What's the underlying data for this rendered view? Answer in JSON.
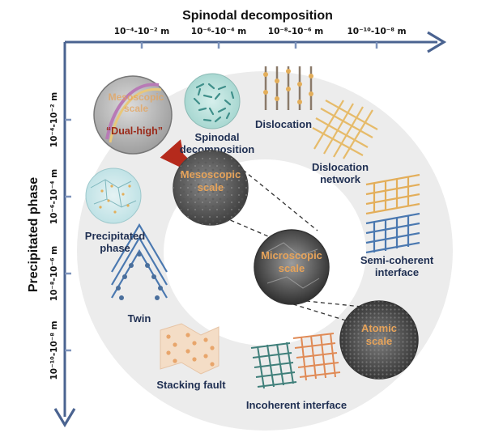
{
  "axes": {
    "top_title": "Spinodal decomposition",
    "left_title": "Precipitated phase",
    "top_ticks": [
      "10⁻⁴-10⁻² m",
      "10⁻⁶-10⁻⁴ m",
      "10⁻⁸-10⁻⁶ m",
      "10⁻¹⁰-10⁻⁸ m"
    ],
    "left_ticks": [
      "10⁻⁴-10⁻² m",
      "10⁻⁶-10⁻⁴ m",
      "10⁻⁸-10⁻⁶ m",
      "10⁻¹⁰-10⁻⁸ m"
    ]
  },
  "ring_labels": {
    "spinodal": [
      "Spinodal",
      "decomposition"
    ],
    "dislocation": "Dislocation",
    "dislocation_network": [
      "Dislocation",
      "network"
    ],
    "semi_coherent": [
      "Semi-coherent",
      "interface"
    ],
    "incoherent": "Incoherent interface",
    "stacking_fault": "Stacking fault",
    "twin": "Twin",
    "precipitated": [
      "Precipitated",
      "phase"
    ]
  },
  "scales": {
    "mesoscopic_top": [
      "Mesoscopic",
      "scale"
    ],
    "dual_high": "“Dual-high”",
    "mesoscopic": [
      "Mesoscopic",
      "scale"
    ],
    "microscopic": [
      "Microscopic",
      "scale"
    ],
    "atomic": [
      "Atomic",
      "scale"
    ]
  },
  "colors": {
    "axis": "#4a6390",
    "ring": "#ececec",
    "label": "#1f2f52",
    "scale_text": "#e6a35a",
    "arrow": "#b52a1c"
  }
}
